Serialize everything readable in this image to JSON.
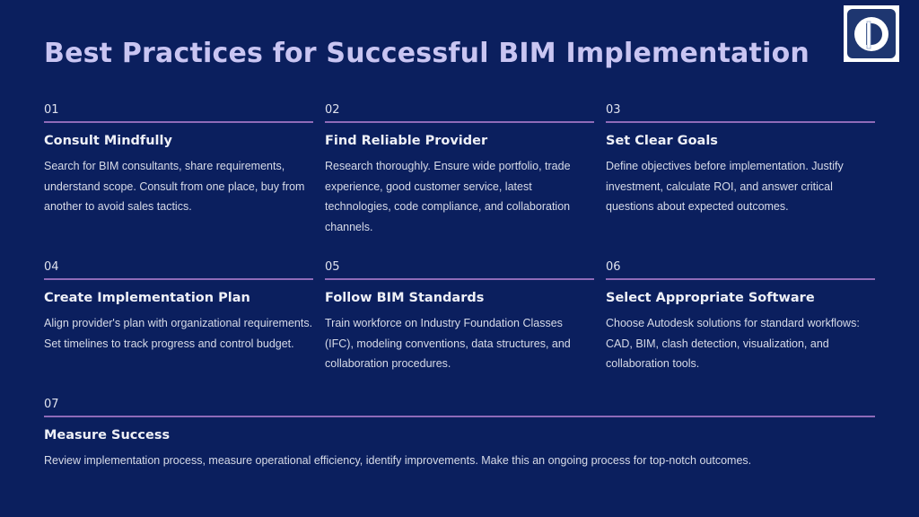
{
  "title": "Best Practices for Successful BIM Implementation",
  "logo": {
    "icon": "company-logo"
  },
  "items": [
    {
      "num": "01",
      "heading": "Consult Mindfully",
      "body": "Search for BIM consultants, share requirements, understand scope. Consult from one place, buy from another to avoid sales tactics."
    },
    {
      "num": "02",
      "heading": "Find Reliable Provider",
      "body": "Research thoroughly. Ensure wide portfolio, trade experience, good customer service, latest technologies, code compliance, and collaboration channels."
    },
    {
      "num": "03",
      "heading": "Set Clear Goals",
      "body": "Define objectives before implementation. Justify investment, calculate ROI, and answer critical questions about expected outcomes."
    },
    {
      "num": "04",
      "heading": "Create Implementation Plan",
      "body": "Align provider's plan with organizational requirements. Set timelines to track progress and control budget."
    },
    {
      "num": "05",
      "heading": "Follow BIM Standards",
      "body": "Train workforce on Industry Foundation Classes (IFC), modeling conventions, data structures, and collaboration procedures."
    },
    {
      "num": "06",
      "heading": "Select Appropriate Software",
      "body": "Choose Autodesk solutions for standard workflows: CAD, BIM, clash detection, visualization, and collaboration tools."
    },
    {
      "num": "07",
      "heading": "Measure Success",
      "body": "Review implementation process, measure operational efficiency, identify improvements. Make this an ongoing process for top-notch outcomes."
    }
  ]
}
